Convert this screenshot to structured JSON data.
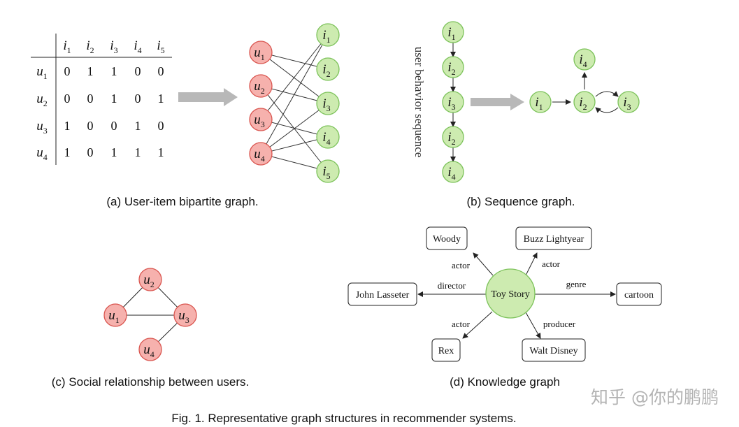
{
  "matrix": {
    "col_headers": [
      {
        "base": "i",
        "sub": "1"
      },
      {
        "base": "i",
        "sub": "2"
      },
      {
        "base": "i",
        "sub": "3"
      },
      {
        "base": "i",
        "sub": "4"
      },
      {
        "base": "i",
        "sub": "5"
      }
    ],
    "rows": [
      {
        "label": {
          "base": "u",
          "sub": "1"
        },
        "values": [
          "0",
          "1",
          "1",
          "0",
          "0"
        ]
      },
      {
        "label": {
          "base": "u",
          "sub": "2"
        },
        "values": [
          "0",
          "0",
          "1",
          "0",
          "1"
        ]
      },
      {
        "label": {
          "base": "u",
          "sub": "3"
        },
        "values": [
          "1",
          "0",
          "0",
          "1",
          "0"
        ]
      },
      {
        "label": {
          "base": "u",
          "sub": "4"
        },
        "values": [
          "1",
          "0",
          "1",
          "1",
          "1"
        ]
      }
    ]
  },
  "bipartite": {
    "users": [
      {
        "base": "u",
        "sub": "1"
      },
      {
        "base": "u",
        "sub": "2"
      },
      {
        "base": "u",
        "sub": "3"
      },
      {
        "base": "u",
        "sub": "4"
      }
    ],
    "items": [
      {
        "base": "i",
        "sub": "1"
      },
      {
        "base": "i",
        "sub": "2"
      },
      {
        "base": "i",
        "sub": "3"
      },
      {
        "base": "i",
        "sub": "4"
      },
      {
        "base": "i",
        "sub": "5"
      }
    ],
    "edges": [
      [
        0,
        1
      ],
      [
        0,
        2
      ],
      [
        1,
        2
      ],
      [
        1,
        4
      ],
      [
        2,
        0
      ],
      [
        2,
        3
      ],
      [
        3,
        0
      ],
      [
        3,
        2
      ],
      [
        3,
        3
      ],
      [
        3,
        4
      ]
    ]
  },
  "sequence": {
    "vertical_label": "user behavior sequence",
    "chain": [
      {
        "base": "i",
        "sub": "1"
      },
      {
        "base": "i",
        "sub": "2"
      },
      {
        "base": "i",
        "sub": "3"
      },
      {
        "base": "i",
        "sub": "2"
      },
      {
        "base": "i",
        "sub": "4"
      }
    ],
    "graph_nodes": [
      {
        "base": "i",
        "sub": "1"
      },
      {
        "base": "i",
        "sub": "2"
      },
      {
        "base": "i",
        "sub": "3"
      },
      {
        "base": "i",
        "sub": "4"
      }
    ]
  },
  "social": {
    "nodes": [
      {
        "base": "u",
        "sub": "2"
      },
      {
        "base": "u",
        "sub": "1"
      },
      {
        "base": "u",
        "sub": "3"
      },
      {
        "base": "u",
        "sub": "4"
      }
    ]
  },
  "knowledge": {
    "center": "Toy Story",
    "entities": [
      {
        "label": "Woody",
        "relation": "actor"
      },
      {
        "label": "Buzz Lightyear",
        "relation": "actor"
      },
      {
        "label": "John Lasseter",
        "relation": "director"
      },
      {
        "label": "cartoon",
        "relation": "genre"
      },
      {
        "label": "Rex",
        "relation": "actor"
      },
      {
        "label": "Walt Disney",
        "relation": "producer"
      }
    ]
  },
  "captions": {
    "a": "(a) User-item bipartite graph.",
    "b": "(b) Sequence graph.",
    "c": "(c) Social relationship between users.",
    "d": "(d) Knowledge graph"
  },
  "figure_caption": "Fig. 1.  Representative graph structures in recommender systems.",
  "watermark": "知乎 @你的鹏鹏",
  "colors": {
    "user_fill": "#f6b1ad",
    "user_stroke": "#d9544e",
    "item_fill": "#cdebb0",
    "item_stroke": "#7cc25a",
    "arrow_gray": "#b8b8b8"
  }
}
